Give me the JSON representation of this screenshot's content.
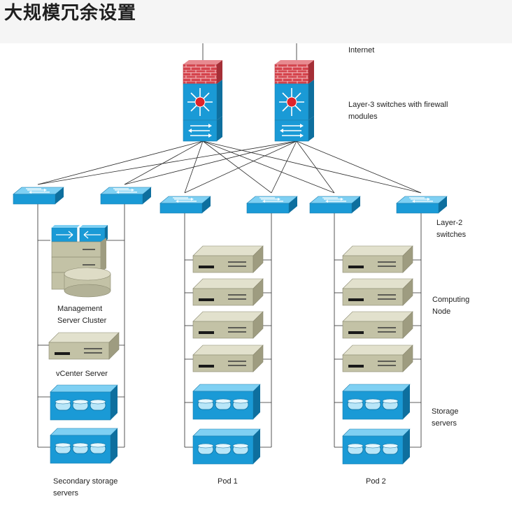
{
  "page": {
    "title": "大规模冗余设置"
  },
  "labels": {
    "internet": "Internet",
    "l3_line1": "Layer-3 switches with firewall",
    "l3_line2": "modules",
    "l2_line1": "Layer-2",
    "l2_line2": "switches",
    "computing_line1": "Computing",
    "computing_line2": "Node",
    "storage_line1": "Storage",
    "storage_line2": "servers",
    "mgmt_line1": "Management",
    "mgmt_line2": "Server Cluster",
    "vcenter": "vCenter Server",
    "secondary_line1": "Secondary storage",
    "secondary_line2": "servers",
    "pod1": "Pod 1",
    "pod2": "Pod 2"
  },
  "colors": {
    "firewall_red": "#d5434c",
    "switch_blue": "#1a9ad6",
    "switch_dark": "#0e6f9e",
    "server_body": "#c3c2a6",
    "server_dark": "#9e9c80",
    "storage_blue": "#1a9ad6",
    "router_core": "#e0242b"
  },
  "icons": {
    "firewall": "firewall-icon",
    "l3_switch": "layer3-switch-icon",
    "l2_switch": "layer2-switch-icon",
    "server": "server-icon",
    "storage": "storage-array-icon",
    "database": "database-icon"
  }
}
